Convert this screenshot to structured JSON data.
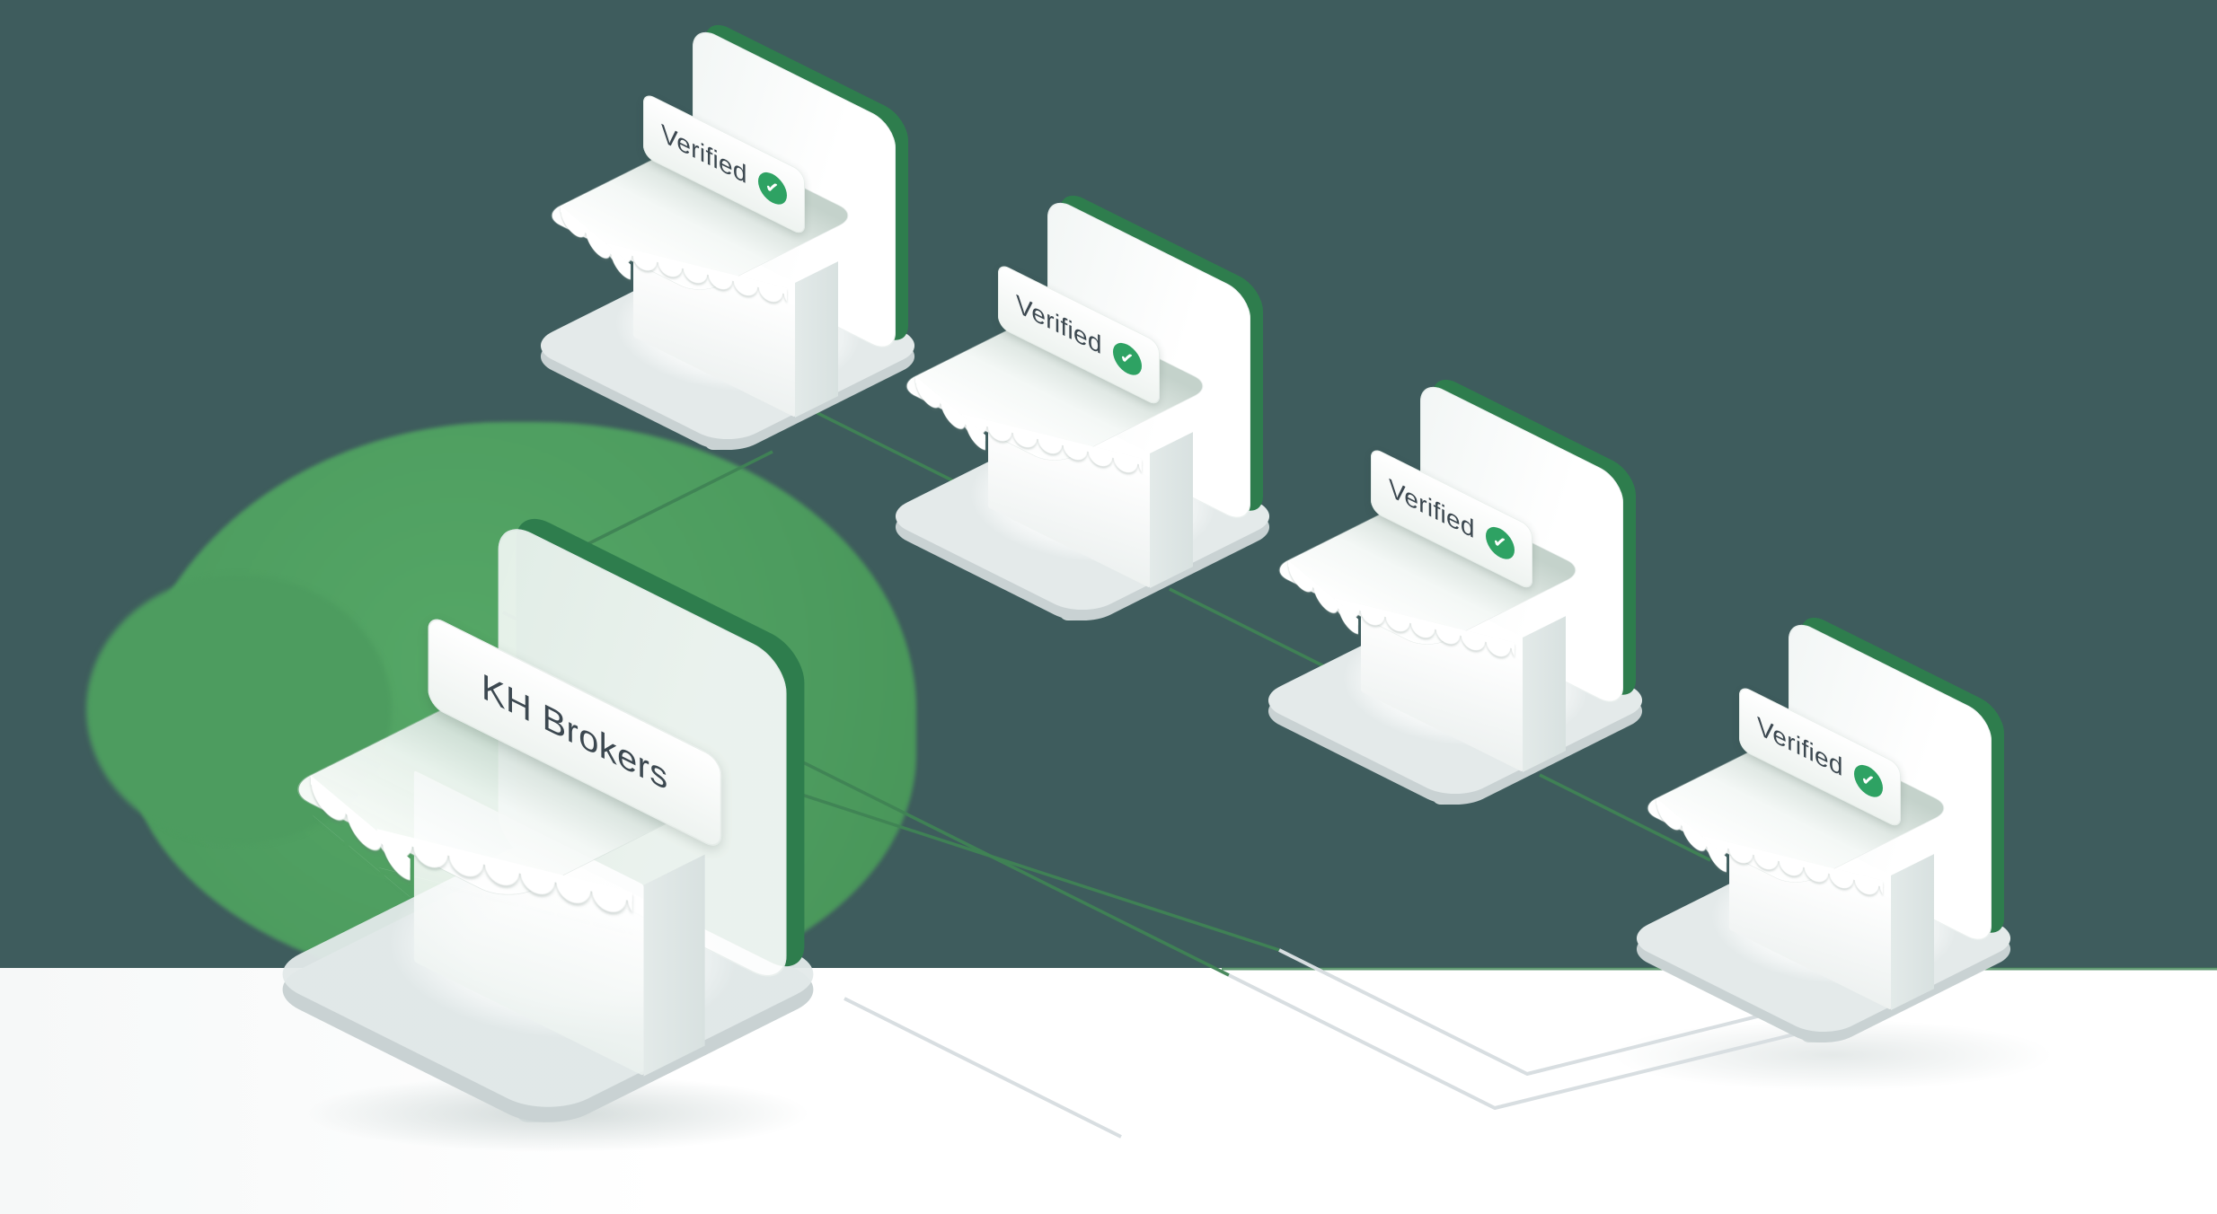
{
  "scene": {
    "colors": {
      "background": "#3E5C5D",
      "floor": "#FFFFFF",
      "blob_green": "#4D9C5F",
      "connection_green": "#3F8354",
      "panel_edge_green": "#2E7D4D",
      "badge_green": "#2EA263",
      "floor_path_gray": "#D8DEE1",
      "sign_text": "#3C4850"
    }
  },
  "stores": [
    {
      "id": "kh-brokers",
      "label": "KH Brokers",
      "verified": false
    },
    {
      "id": "verified-1",
      "label": "Verified",
      "verified": true
    },
    {
      "id": "verified-2",
      "label": "Verified",
      "verified": true
    },
    {
      "id": "verified-3",
      "label": "Verified",
      "verified": true
    },
    {
      "id": "verified-4",
      "label": "Verified",
      "verified": true
    }
  ],
  "badge": {
    "check_glyph": "✓"
  }
}
